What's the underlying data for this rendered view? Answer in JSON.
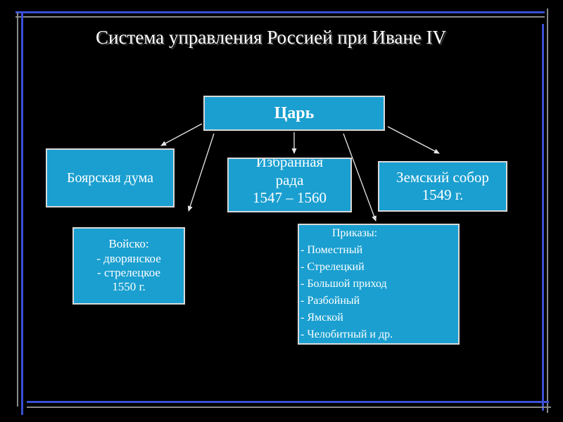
{
  "title": "Система управления  Россией при Иване IV",
  "colors": {
    "background": "#000000",
    "box_fill": "#1a9fd0",
    "box_border": "#d9d9d9",
    "frame_blue": "#3b4fd6",
    "frame_gray": "#8a8a8a"
  },
  "nodes": {
    "tsar": {
      "lines": [
        "Царь"
      ]
    },
    "duma": {
      "lines": [
        "Боярская дума"
      ]
    },
    "rada": {
      "cut_line": "Избранная",
      "lines": [
        "рада",
        "1547 – 1560"
      ]
    },
    "sobor": {
      "lines": [
        "Земский собор",
        "1549 г."
      ]
    },
    "army": {
      "lines": [
        "Войско:",
        "- дворянское",
        "- стрелецкое",
        "1550 г."
      ]
    },
    "prikazy": {
      "heading": "Приказы:",
      "items": [
        "- Поместный",
        "- Стрелецкий",
        "- Большой приход",
        "- Разбойный",
        "- Ямской",
        "- Челобитный и др."
      ]
    }
  },
  "edges": [
    {
      "from": "tsar",
      "to": "duma"
    },
    {
      "from": "tsar",
      "to": "rada"
    },
    {
      "from": "tsar",
      "to": "sobor"
    },
    {
      "from": "tsar",
      "to": "army"
    },
    {
      "from": "tsar",
      "to": "prikazy"
    }
  ]
}
